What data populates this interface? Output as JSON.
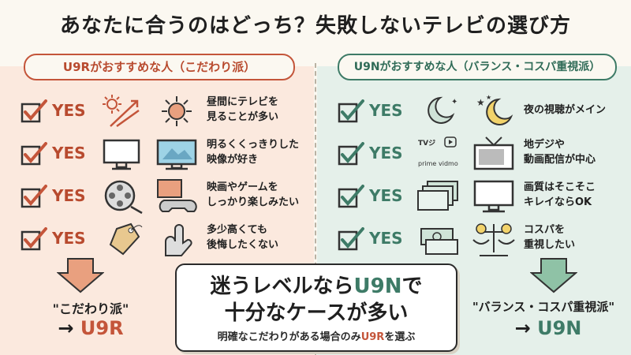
{
  "title": "あなたに合うのはどっち？失敗しないテレビの選び方",
  "colors": {
    "u9r_accent": "#c4553a",
    "u9n_accent": "#3e7b67",
    "left_bg": "#fbe9de",
    "right_bg": "#e5f0ea"
  },
  "left": {
    "header": "U9Rがおすすめな人（こだわり派）",
    "rows": [
      {
        "yes": "YES",
        "icon1": "sun-rays-icon",
        "icon2": "sun-icon",
        "text": "昼間にテレビを\n見ることが多い"
      },
      {
        "yes": "YES",
        "icon1": "tv-icon",
        "icon2": "bright-tv-icon",
        "text": "明るくくっきりした\n映像が好き"
      },
      {
        "yes": "YES",
        "icon1": "film-reel-icon",
        "icon2": "gamepad-icon",
        "text": "映画やゲームを\nしっかり楽しみたい"
      },
      {
        "yes": "YES",
        "icon1": "price-tag-icon",
        "icon2": "thinking-hand-icon",
        "text": "多少高くても\n後悔したくない"
      }
    ],
    "result_label": "\"こだわり派\"",
    "result_arrow": "→",
    "result_model": "U9R"
  },
  "right": {
    "header": "U9Nがおすすめな人（バランス・コスパ重視派）",
    "rows": [
      {
        "yes": "YES",
        "icon1": "moon-icon",
        "icon2": "moon-stars-icon",
        "text": "夜の視聴がメイン"
      },
      {
        "yes": "YES",
        "icon1": "streaming-apps-icon",
        "icon2": "retro-tv-icon",
        "text": "地デジや\n動画配信が中心",
        "apps": [
          "TVジ",
          "prime",
          "vidmo"
        ]
      },
      {
        "yes": "YES",
        "icon1": "stacked-screens-icon",
        "icon2": "tv-icon",
        "text": "画質はそこそこ\nキレイならOK"
      },
      {
        "yes": "YES",
        "icon1": "money-icon",
        "icon2": "balance-scale-icon",
        "text": "コスパを\n重視したい"
      }
    ],
    "result_label": "\"バランス・コスパ重視派\"",
    "result_arrow": "→",
    "result_model": "U9N"
  },
  "center": {
    "line1_pre": "迷うレベルなら",
    "line1_model": "U9N",
    "line1_post": "で",
    "line2": "十分なケースが多い",
    "line3_pre": "明確なこだわりがある場合のみ",
    "line3_model": "U9R",
    "line3_post": "を選ぶ"
  }
}
